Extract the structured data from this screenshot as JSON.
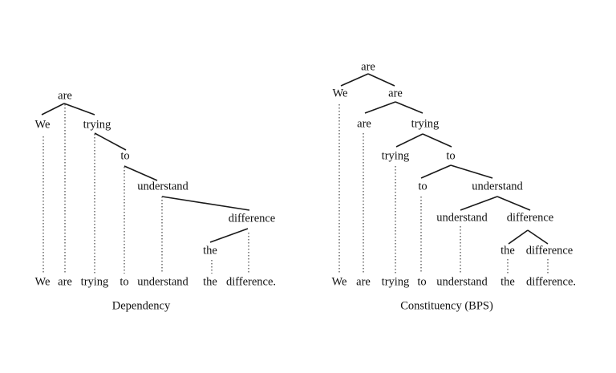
{
  "dependency": {
    "caption": "Dependency",
    "nodes": [
      "are",
      "We",
      "trying",
      "to",
      "understand",
      "difference",
      "the"
    ],
    "sentence": [
      "We",
      "are",
      "trying",
      "to",
      "understand",
      "the",
      "difference."
    ]
  },
  "constituency": {
    "caption": "Constituency (BPS)",
    "nodes": [
      "are",
      "We",
      "are",
      "are",
      "trying",
      "trying",
      "to",
      "to",
      "understand",
      "understand",
      "difference",
      "the",
      "difference"
    ],
    "sentence": [
      "We",
      "are",
      "trying",
      "to",
      "understand",
      "the",
      "difference."
    ]
  }
}
